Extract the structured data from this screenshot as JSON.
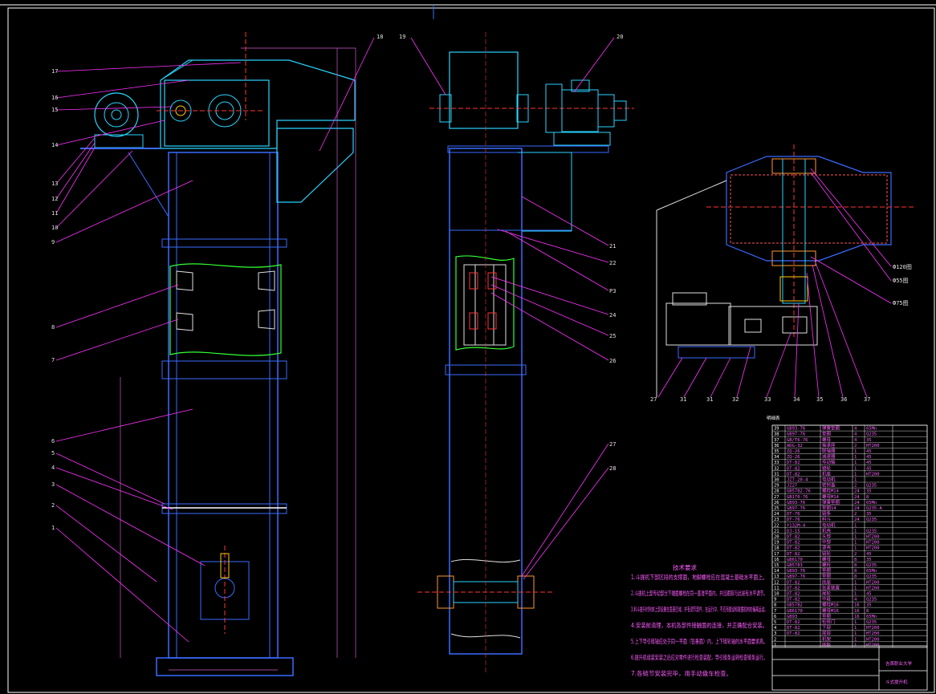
{
  "drawing": {
    "left_callouts": [
      "17",
      "16",
      "15",
      "14",
      "13",
      "12",
      "11",
      "10",
      "9",
      "8",
      "7",
      "6",
      "5",
      "4",
      "3",
      "2",
      "1"
    ],
    "top_callouts": [
      "18",
      "19",
      "20"
    ],
    "mid_callouts": [
      "21",
      "22",
      "P3",
      "24",
      "25",
      "26",
      "27",
      "28"
    ],
    "right_bottom_callouts": [
      "27",
      "31",
      "31",
      "32",
      "33",
      "34",
      "35",
      "36",
      "37"
    ],
    "right_side_notes": [
      "Ф120图",
      "Ф55图",
      "Ф75图"
    ],
    "table_title": "明细表",
    "notes_title": "技术要求",
    "notes": [
      "1.斗提机下部区段的支撑面，地脚螺栓应在混凝土基础水平面上。",
      "2.斗提机上部传动部分下端面螺栓在同一基准平面内，并且跟踪与此是有水平调节。",
      "3.料斗提升时钩体上部设置在底座区域，并有调节部件，在运行中，不应有振动和碰撞机构的偏离运动。",
      "4.安装前清理，本机各部件接触面的连接，并正确配合安装。",
      "5.上下导引链轴应处于同一平面（铅垂面）内，上下链轮轴的水平面要求高。",
      "6.提升机组装安装之后应对零件进行检查装配，导引链条运转检查链条运行。",
      "7.各链节安装完毕，用手动盘车检查。"
    ],
    "title_block": {
      "school": "吉首职业大学",
      "name": "斗式提升机"
    }
  },
  "table": {
    "rows": [
      [
        "39",
        "GB93-76",
        "弹簧垫圈",
        "4",
        "65Mn",
        ""
      ],
      [
        "38",
        "GB97-76",
        "垫圈",
        "4",
        "Q235",
        ""
      ],
      [
        "37",
        "GB/T6-76",
        "螺母",
        "4",
        "35",
        ""
      ],
      [
        "36",
        "ADG-32",
        "轴承座",
        "2",
        "HT200",
        ""
      ],
      [
        "35",
        "ZQ-26",
        "联轴器",
        "1",
        "45",
        ""
      ],
      [
        "34",
        "ZQ-26",
        "减速器",
        "1",
        "45",
        ""
      ],
      [
        "33",
        "DT-82",
        "传动轴",
        "1",
        "45",
        ""
      ],
      [
        "32",
        "DT-82",
        "链轮",
        "1",
        "45",
        ""
      ],
      [
        "31",
        "DT-82",
        "机座",
        "1",
        "HT200",
        ""
      ],
      [
        "30",
        "JZ7-20-4",
        "电动机",
        "1",
        "",
        ""
      ],
      [
        "29",
        "JZ27",
        "密封盖",
        "2",
        "Q235",
        ""
      ],
      [
        "28",
        "GB5782-76",
        "螺栓M14",
        "24",
        "35",
        ""
      ],
      [
        "27",
        "GB170-76",
        "螺母M14",
        "24",
        "8",
        ""
      ],
      [
        "26",
        "GB93-76",
        "弹簧垫圈",
        "24",
        "65Mn",
        ""
      ],
      [
        "25",
        "GB97-76",
        "垫圈14",
        "24",
        "Q235-A",
        ""
      ],
      [
        "24",
        "DT-76",
        "链条",
        "2",
        "35",
        ""
      ],
      [
        "23",
        "DT-76",
        "料斗",
        "24",
        "Q235",
        ""
      ],
      [
        "22",
        "Y132M-4",
        "电动机",
        "1",
        "",
        ""
      ],
      [
        "21",
        "DJ-15",
        "机壳",
        "1",
        "Q235",
        ""
      ],
      [
        "20",
        "DT-82",
        "头部",
        "1",
        "HT200",
        ""
      ],
      [
        "19",
        "DT-82",
        "中部",
        "1",
        "HT200",
        ""
      ],
      [
        "18",
        "DT-82",
        "罩壳",
        "1",
        "HT200",
        ""
      ],
      [
        "17",
        "DT-82",
        "链轮",
        "2",
        "45",
        ""
      ],
      [
        "16",
        "GB6170",
        "螺母",
        "8",
        "35",
        ""
      ],
      [
        "15",
        "GB5783",
        "螺栓",
        "8",
        "Q235",
        ""
      ],
      [
        "14",
        "GB93-76",
        "垫圈",
        "8",
        "65Mn",
        ""
      ],
      [
        "13",
        "GB97-76",
        "垫圈",
        "8",
        "Q235",
        ""
      ],
      [
        "12",
        "DT-82",
        "底座",
        "1",
        "HT200",
        ""
      ],
      [
        "11",
        "DT-82",
        "张紧装置",
        "1",
        "HT200",
        ""
      ],
      [
        "10",
        "DT-82",
        "尾轮",
        "1",
        "45",
        ""
      ],
      [
        "9",
        "DT-82",
        "中段",
        "4",
        "Q235",
        ""
      ],
      [
        "8",
        "GB5782",
        "螺栓M16",
        "16",
        "35",
        ""
      ],
      [
        "7",
        "GB6170",
        "螺母M16",
        "16",
        "8",
        ""
      ],
      [
        "6",
        "GB93",
        "垫圈",
        "16",
        "65Mn",
        ""
      ],
      [
        "5",
        "DT-82",
        "检修门",
        "1",
        "Q235",
        ""
      ],
      [
        "4",
        "DT-82",
        "下部",
        "1",
        "HT200",
        ""
      ],
      [
        "3",
        "DT-82",
        "尾部",
        "1",
        "HT200",
        ""
      ],
      [
        "2",
        "",
        "机架",
        "1",
        "HT200",
        ""
      ],
      [
        "1",
        "",
        "底板",
        "1",
        "HT200",
        ""
      ]
    ]
  },
  "colors": {
    "frame": "#3a6bff",
    "housing": "#2ad4ff",
    "leader": "#ff33ff",
    "centerline": "#ff3333",
    "bucket": "#33ff33",
    "text": "#e6e6e6"
  }
}
